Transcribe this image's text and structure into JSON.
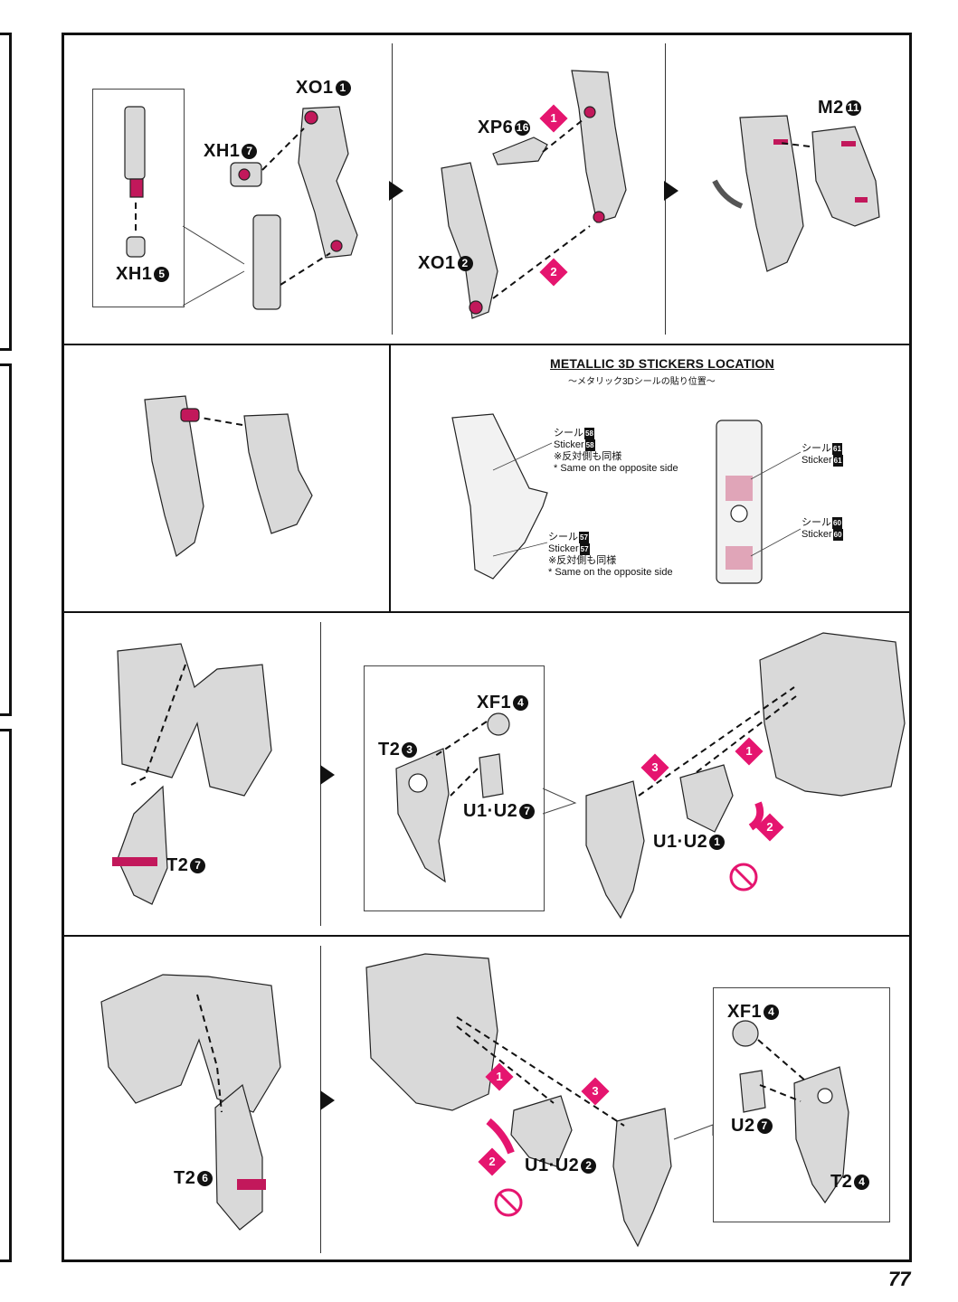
{
  "page_number": "77",
  "sections": {
    "s1": {
      "panel_a": {
        "labels": [
          {
            "code": "XO1",
            "num": "1"
          },
          {
            "code": "XH1",
            "num": "7"
          },
          {
            "code": "XH1",
            "num": "5"
          }
        ]
      },
      "panel_b": {
        "labels": [
          {
            "code": "XP6",
            "num": "16"
          },
          {
            "code": "XO1",
            "num": "2"
          }
        ],
        "steps": [
          "1",
          "2"
        ]
      },
      "panel_c": {
        "labels": [
          {
            "code": "M2",
            "num": "11"
          }
        ]
      }
    },
    "s2": {
      "title": "METALLIC 3D STICKERS LOCATION",
      "subtitle": "～メタリック3Dシールの貼り位置～",
      "stickers": [
        {
          "jp": "シール",
          "en": "Sticker",
          "num": "58",
          "note_jp": "※反対側も同様",
          "note_en": "* Same on the opposite side"
        },
        {
          "jp": "シール",
          "en": "Sticker",
          "num": "57",
          "note_jp": "※反対側も同様",
          "note_en": "* Same on the opposite side"
        },
        {
          "jp": "シール",
          "en": "Sticker",
          "num": "61"
        },
        {
          "jp": "シール",
          "en": "Sticker",
          "num": "60"
        }
      ]
    },
    "s3": {
      "left": {
        "label": {
          "code": "T2",
          "num": "7"
        }
      },
      "inset": {
        "labels": [
          {
            "code": "XF1",
            "num": "4"
          },
          {
            "code": "T2",
            "num": "3"
          },
          {
            "code": "U1·U2",
            "num": "7"
          }
        ]
      },
      "right": {
        "labels": [
          {
            "code": "U1·U2",
            "num": "1"
          }
        ],
        "steps": [
          "3",
          "1",
          "2"
        ]
      }
    },
    "s4": {
      "left": {
        "label": {
          "code": "T2",
          "num": "6"
        }
      },
      "mid": {
        "labels": [
          {
            "code": "U1·U2",
            "num": "2"
          }
        ],
        "steps": [
          "1",
          "3",
          "2"
        ]
      },
      "inset": {
        "labels": [
          {
            "code": "XF1",
            "num": "4"
          },
          {
            "code": "U2",
            "num": "7"
          },
          {
            "code": "T2",
            "num": "4"
          }
        ]
      }
    }
  },
  "colors": {
    "accent": "#e5156f",
    "part": "#d9d9d9",
    "line": "#111111"
  }
}
